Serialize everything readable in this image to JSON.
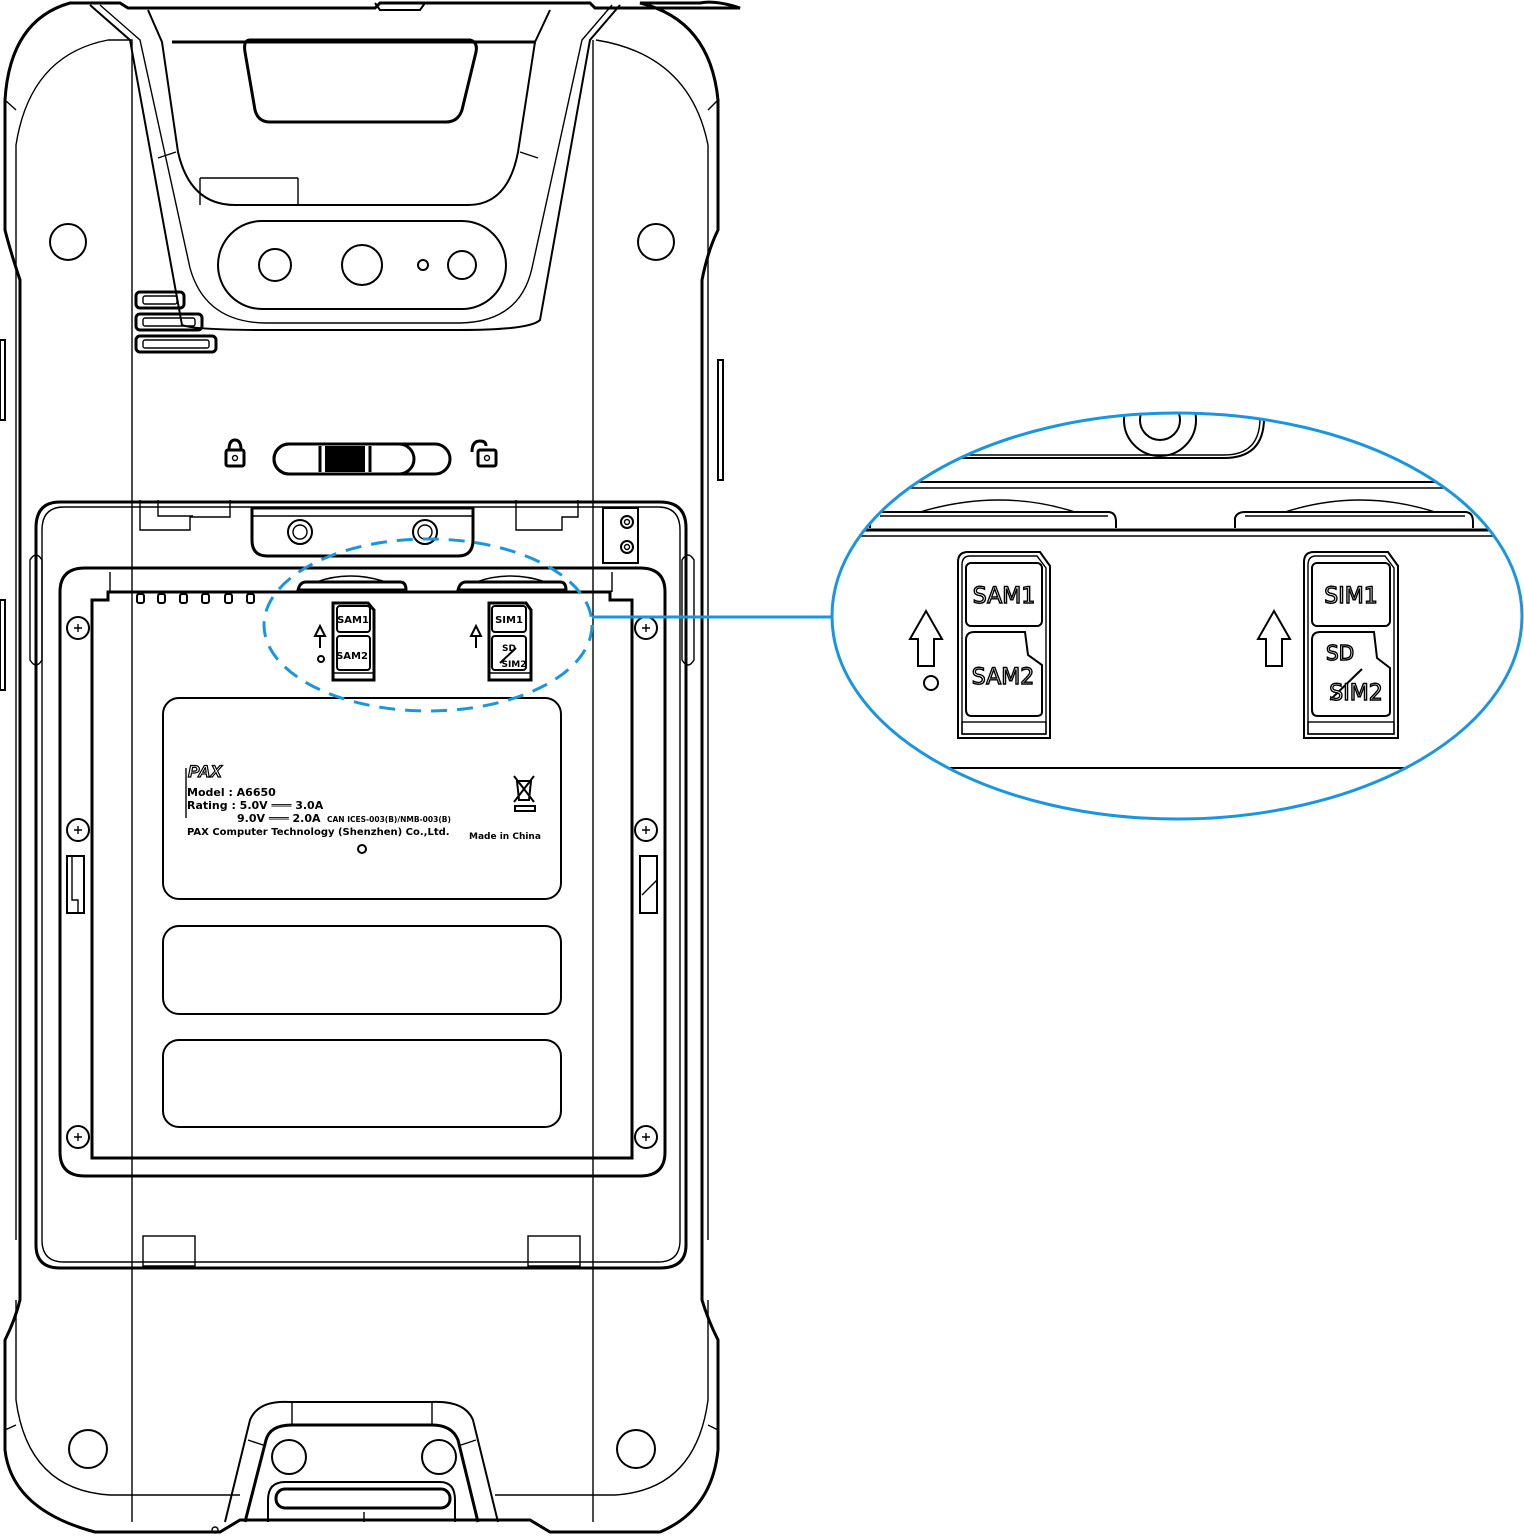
{
  "diagram": {
    "subject": "Handheld terminal rear view with battery removed",
    "label": {
      "brand": "PAX",
      "model_line": "Model  : A6650",
      "rating_line1": "Rating : 5.0V ═══ 3.0A",
      "rating_line2": "9.0V ═══ 2.0A",
      "certification": "CAN ICES-003(B)/NMB-003(B)",
      "manufacturer": "PAX Computer Technology (Shenzhen) Co.,Ltd.",
      "origin": "Made in China",
      "disposal_icon": "weee-crossed-bin-icon"
    },
    "lock_slider": {
      "locked_icon": "lock-closed-icon",
      "unlocked_icon": "lock-open-icon"
    },
    "card_trays": {
      "left": {
        "slot_top": "SAM1",
        "slot_bottom": "SAM2",
        "direction_icon": "arrow-up-icon"
      },
      "right": {
        "slot_top": "SIM1",
        "slot_bottom_a": "SD",
        "slot_bottom_b": "SIM2",
        "direction_icon": "arrow-up-icon"
      }
    },
    "callout": {
      "highlight_color": "#1a96e0",
      "zoom_left": {
        "slot_top": "SAM1",
        "slot_bottom": "SAM2"
      },
      "zoom_right": {
        "slot_top": "SIM1",
        "slot_bottom_a": "SD",
        "slot_bottom_b": "SIM2"
      }
    }
  }
}
